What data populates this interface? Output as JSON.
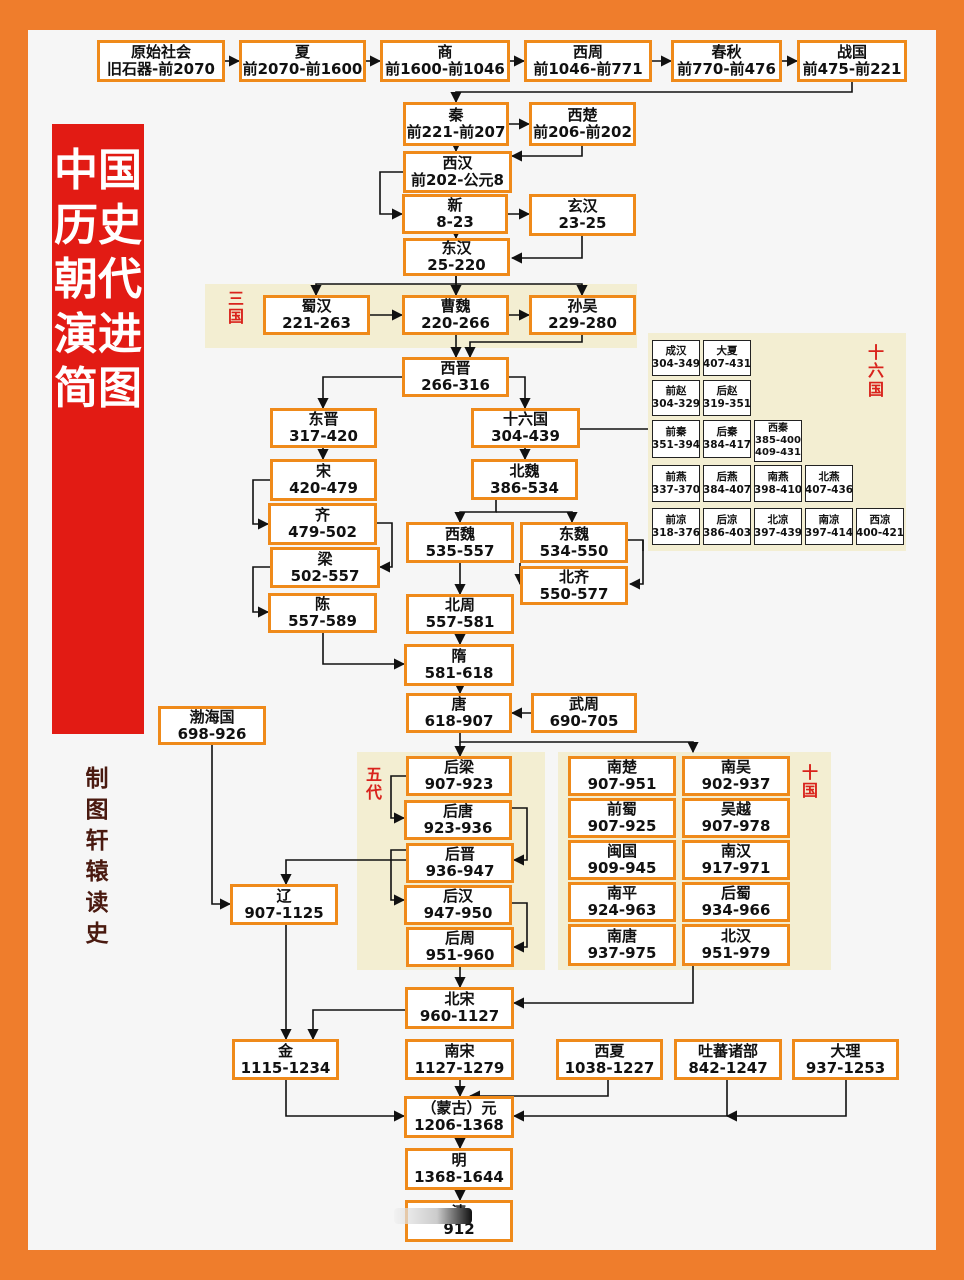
{
  "title": "中国历史朝代演进简图",
  "maker": "制图 轩辕读史",
  "groups": {
    "sanguo": "三国",
    "shiliuguo": "十六国",
    "wudai": "五代",
    "shiguo": "十国"
  },
  "row1": [
    {
      "name": "原始社会",
      "years": "旧石器-前2070"
    },
    {
      "name": "夏",
      "years": "前2070-前1600"
    },
    {
      "name": "商",
      "years": "前1600-前1046"
    },
    {
      "name": "西周",
      "years": "前1046-前771"
    },
    {
      "name": "春秋",
      "years": "前770-前476"
    },
    {
      "name": "战国",
      "years": "前475-前221"
    }
  ],
  "dyn": {
    "qin": {
      "name": "秦",
      "years": "前221-前207"
    },
    "xichu": {
      "name": "西楚",
      "years": "前206-前202"
    },
    "xihan": {
      "name": "西汉",
      "years": "前202-公元8"
    },
    "xin": {
      "name": "新",
      "years": "8-23"
    },
    "xuanhan": {
      "name": "玄汉",
      "years": "23-25"
    },
    "donghan": {
      "name": "东汉",
      "years": "25-220"
    },
    "shuhan": {
      "name": "蜀汉",
      "years": "221-263"
    },
    "caowei": {
      "name": "曹魏",
      "years": "220-266"
    },
    "sunwu": {
      "name": "孙吴",
      "years": "229-280"
    },
    "xijin": {
      "name": "西晋",
      "years": "266-316"
    },
    "dongjin": {
      "name": "东晋",
      "years": "317-420"
    },
    "shiliuguo": {
      "name": "十六国",
      "years": "304-439"
    },
    "song": {
      "name": "宋",
      "years": "420-479"
    },
    "beiwei": {
      "name": "北魏",
      "years": "386-534"
    },
    "qi": {
      "name": "齐",
      "years": "479-502"
    },
    "xiwei": {
      "name": "西魏",
      "years": "535-557"
    },
    "dongwei": {
      "name": "东魏",
      "years": "534-550"
    },
    "liang": {
      "name": "梁",
      "years": "502-557"
    },
    "beiqi": {
      "name": "北齐",
      "years": "550-577"
    },
    "chen": {
      "name": "陈",
      "years": "557-589"
    },
    "beizhou": {
      "name": "北周",
      "years": "557-581"
    },
    "sui": {
      "name": "隋",
      "years": "581-618"
    },
    "tang": {
      "name": "唐",
      "years": "618-907"
    },
    "wuzhou": {
      "name": "武周",
      "years": "690-705"
    },
    "bohai": {
      "name": "渤海国",
      "years": "698-926"
    },
    "houliang": {
      "name": "后梁",
      "years": "907-923"
    },
    "houtang": {
      "name": "后唐",
      "years": "923-936"
    },
    "houjin": {
      "name": "后晋",
      "years": "936-947"
    },
    "houhan": {
      "name": "后汉",
      "years": "947-950"
    },
    "houzhou": {
      "name": "后周",
      "years": "951-960"
    },
    "liao": {
      "name": "辽",
      "years": "907-1125"
    },
    "beisong": {
      "name": "北宋",
      "years": "960-1127"
    },
    "jin": {
      "name": "金",
      "years": "1115-1234"
    },
    "nansong": {
      "name": "南宋",
      "years": "1127-1279"
    },
    "xixia": {
      "name": "西夏",
      "years": "1038-1227"
    },
    "tubo": {
      "name": "吐蕃诸部",
      "years": "842-1247"
    },
    "dali": {
      "name": "大理",
      "years": "937-1253"
    },
    "yuan": {
      "name": "（蒙古）元",
      "years": "1206-1368"
    },
    "ming": {
      "name": "明",
      "years": "1368-1644"
    },
    "qing": {
      "name": "清",
      "years": "912"
    }
  },
  "shiguo": [
    {
      "name": "南楚",
      "years": "907-951"
    },
    {
      "name": "南吴",
      "years": "902-937"
    },
    {
      "name": "前蜀",
      "years": "907-925"
    },
    {
      "name": "吴越",
      "years": "907-978"
    },
    {
      "name": "闽国",
      "years": "909-945"
    },
    {
      "name": "南汉",
      "years": "917-971"
    },
    {
      "name": "南平",
      "years": "924-963"
    },
    {
      "name": "后蜀",
      "years": "934-966"
    },
    {
      "name": "南唐",
      "years": "937-975"
    },
    {
      "name": "北汉",
      "years": "951-979"
    }
  ],
  "sixteen": [
    {
      "name": "成汉",
      "years": "304-349"
    },
    {
      "name": "大夏",
      "years": "407-431"
    },
    {
      "name": "前赵",
      "years": "304-329"
    },
    {
      "name": "后赵",
      "years": "319-351"
    },
    {
      "name": "前秦",
      "years": "351-394"
    },
    {
      "name": "后秦",
      "years": "384-417"
    },
    {
      "name": "西秦",
      "years": "385-400",
      "years2": "409-431"
    },
    {
      "name": "前燕",
      "years": "337-370"
    },
    {
      "name": "后燕",
      "years": "384-407"
    },
    {
      "name": "南燕",
      "years": "398-410"
    },
    {
      "name": "北燕",
      "years": "407-436"
    },
    {
      "name": "前凉",
      "years": "318-376"
    },
    {
      "name": "后凉",
      "years": "386-403"
    },
    {
      "name": "北凉",
      "years": "397-439"
    },
    {
      "name": "南凉",
      "years": "397-414"
    },
    {
      "name": "西凉",
      "years": "400-421"
    }
  ]
}
